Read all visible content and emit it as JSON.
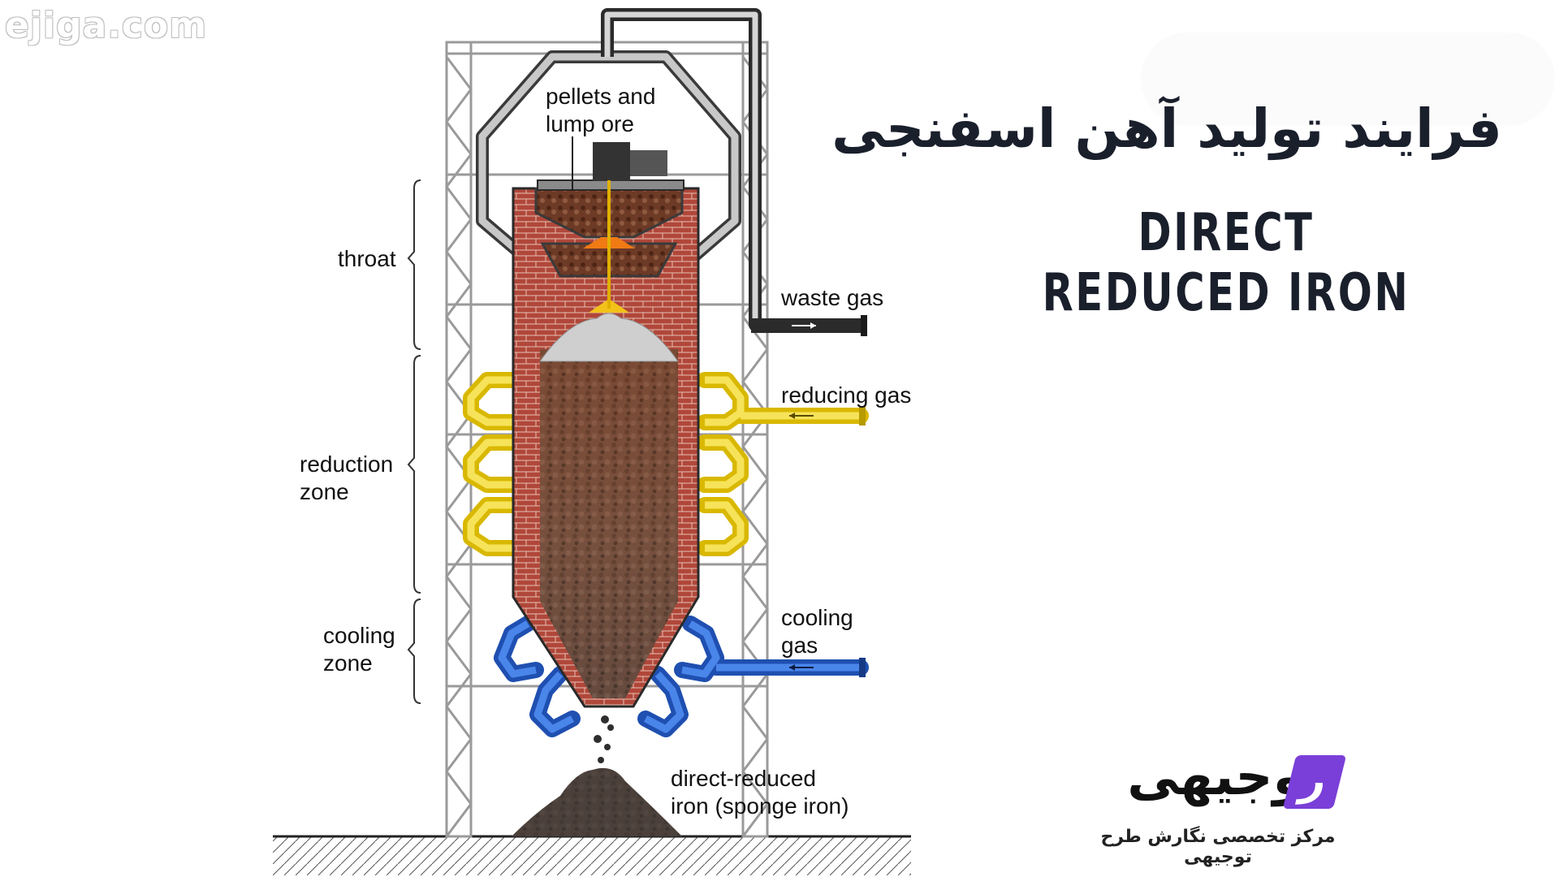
{
  "watermark": "ejiga.com",
  "title_fa": "فرایند تولید آهن اسفنجی",
  "title_en": "DIRECT REDUCED IRON",
  "labels": {
    "feed": [
      "pellets and",
      "lump ore"
    ],
    "throat": "throat",
    "reduction_zone": [
      "reduction",
      "zone"
    ],
    "cooling_zone": [
      "cooling",
      "zone"
    ],
    "waste_gas": "waste gas",
    "reducing_gas": "reducing gas",
    "cooling_gas": [
      "cooling",
      "gas"
    ],
    "product": [
      "direct-reduced",
      "iron (sponge iron)"
    ]
  },
  "logo": {
    "word": "توجیهی",
    "mark": "ر",
    "tagline": "مرکز تخصصی نگارش طرح توجیهی"
  },
  "colors": {
    "brick": "#b0473a",
    "ore": "#7a4a34",
    "reducing_gas_pipe": "#f2d21a",
    "cooling_gas_pipe": "#2a63c9",
    "waste_gas_pipe": "#2b2b2b",
    "title": "#1a1f2c",
    "logo_accent": "#7a3fd8"
  }
}
